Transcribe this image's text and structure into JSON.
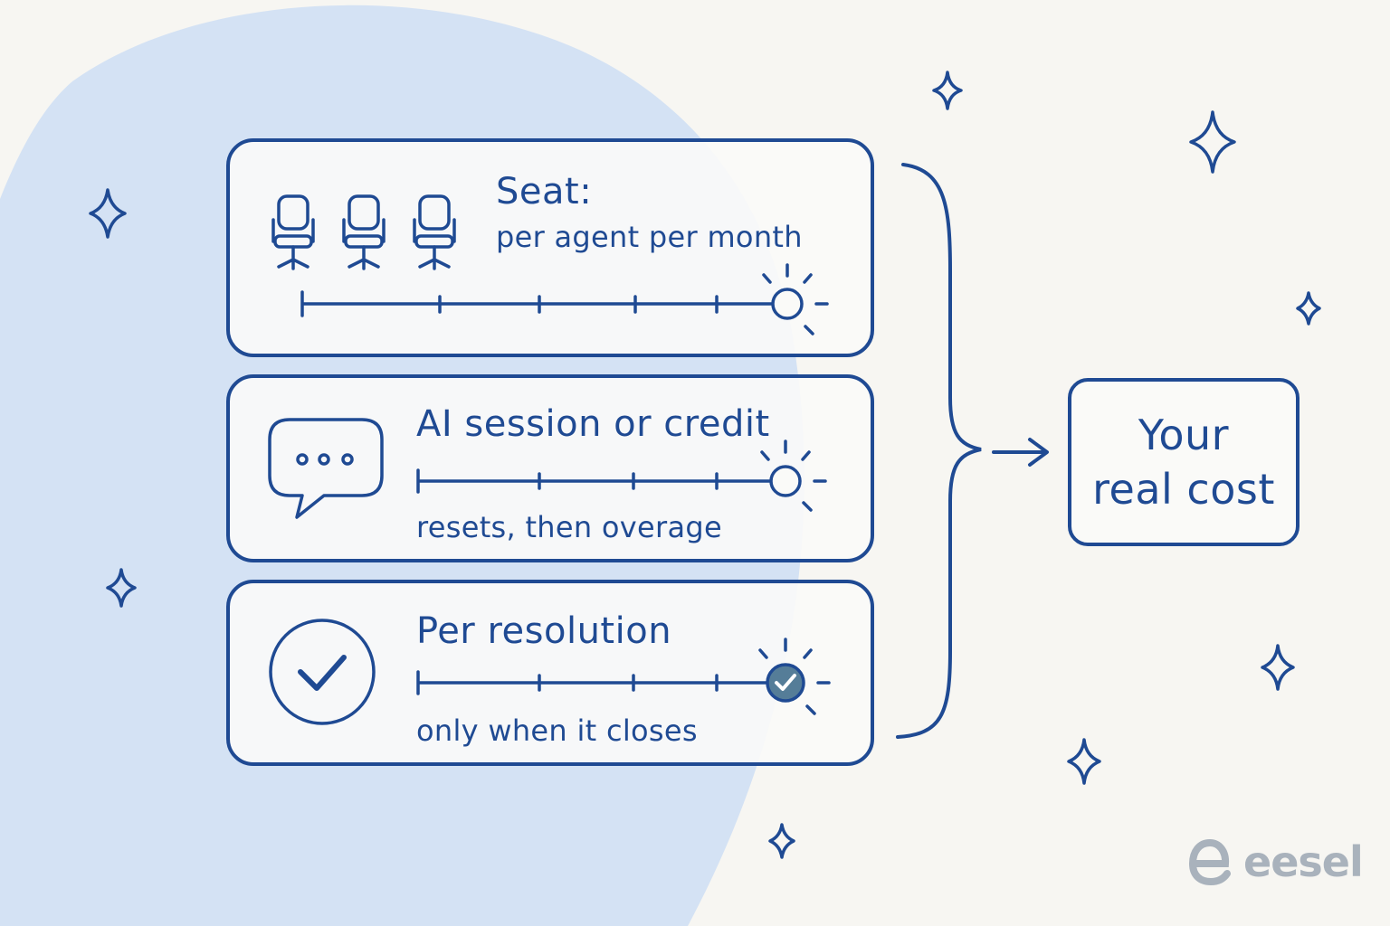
{
  "colors": {
    "ink": "#1f4a93",
    "blob": "#d4e2f4",
    "background": "#f7f6f2",
    "brand_gray": "#a9b2bc",
    "check_fill": "#557d98"
  },
  "cards": [
    {
      "title": "Seat:",
      "subtitle": "per agent per month",
      "icon": "office-chair-icon"
    },
    {
      "title": "AI session or credit",
      "subtitle": "resets, then overage",
      "icon": "chat-bubble-icon"
    },
    {
      "title": "Per resolution",
      "subtitle": "only when it closes",
      "icon": "check-circle-icon"
    }
  ],
  "result": {
    "label": "Your\nreal cost"
  },
  "brand": {
    "name": "eesel",
    "icon": "eesel-logo-icon"
  }
}
